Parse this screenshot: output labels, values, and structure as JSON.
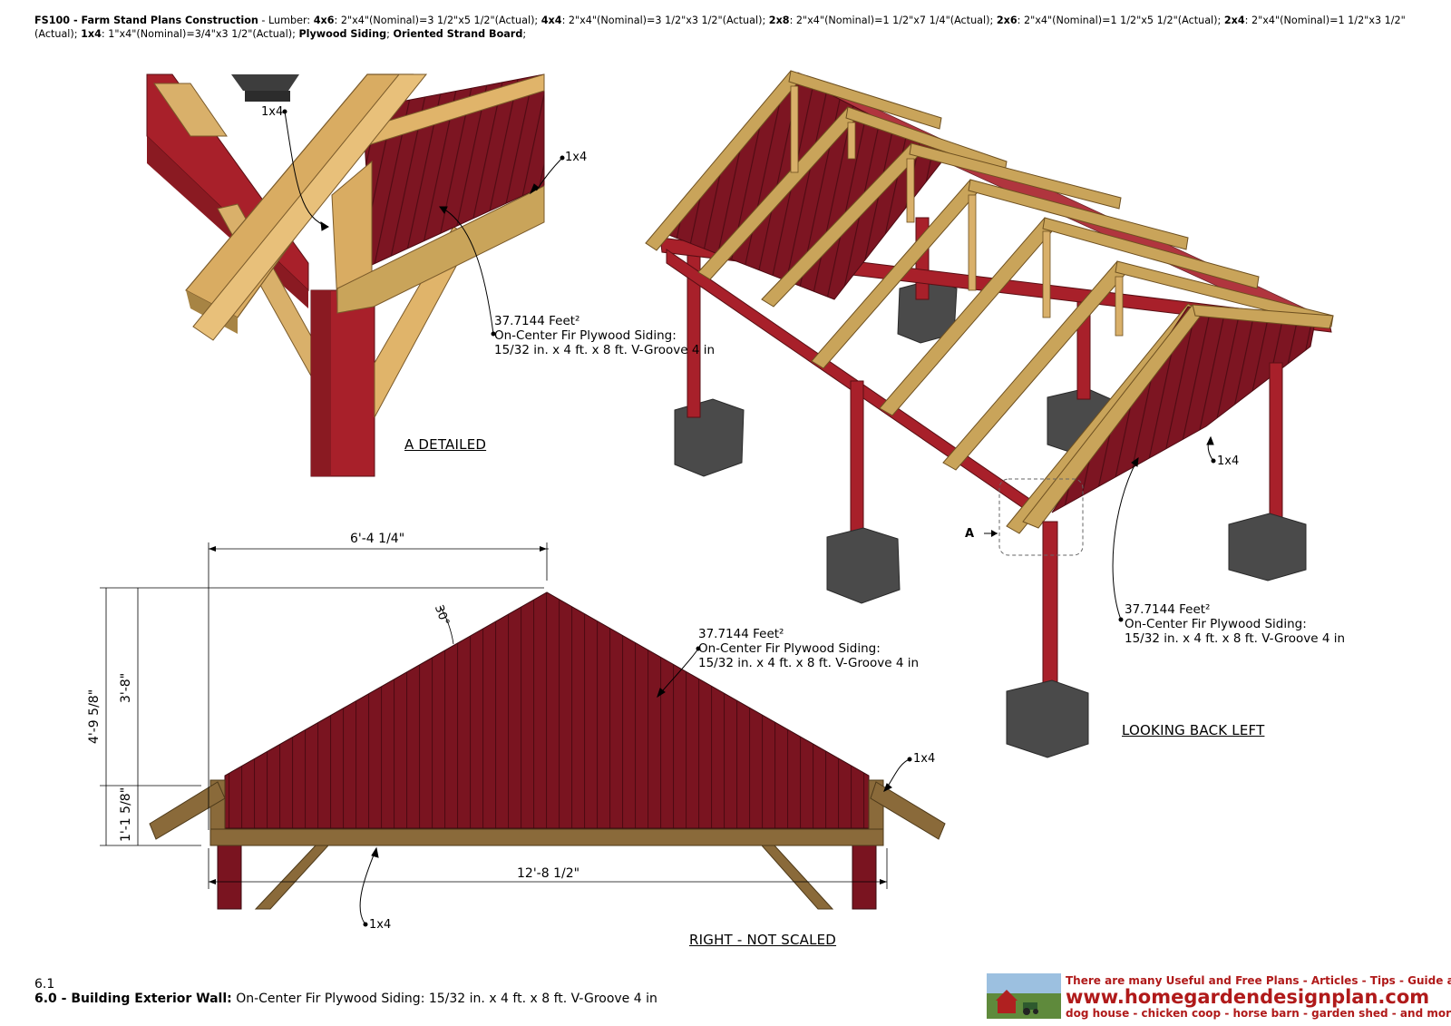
{
  "header": {
    "code": "FS100",
    "sep": " - ",
    "name": "Farm Stand Plans Construction",
    "lumber_intro": " - Lumber: ",
    "items": [
      {
        "k": "4x6",
        "v": ": 2\"x4\"(Nominal)=3 1/2\"x5 1/2\"(Actual); "
      },
      {
        "k": "4x4",
        "v": ": 2\"x4\"(Nominal)=3 1/2\"x3 1/2\"(Actual); "
      },
      {
        "k": "2x8",
        "v": ": 2\"x4\"(Nominal)=1 1/2\"x7 1/4\"(Actual); "
      },
      {
        "k": "2x6",
        "v": ": 2\"x4\"(Nominal)=1 1/2\"x5 1/2\"(Actual); "
      },
      {
        "k": "2x4",
        "v": ": 2\"x4\"(Nominal)=1 1/2\"x3 1/2\"(Actual); "
      },
      {
        "k": "1x4",
        "v": ": 1\"x4\"(Nominal)=3/4\"x3 1/2\"(Actual); "
      }
    ],
    "tail1": "Plywood Siding",
    "tail_sep": "; ",
    "tail2": "Oriented Strand Board",
    "tail_end": ";"
  },
  "detail_view": {
    "title": "A DETAILED",
    "label_1x4_a": "1x4",
    "label_1x4_b": "1x4",
    "siding_area": "37.7144 Feet²",
    "siding_l1": "On-Center Fir Plywood Siding:",
    "siding_l2": "15/32 in. x 4 ft. x 8 ft. V-Groove 4 in"
  },
  "iso_view": {
    "title": "LOOKING BACK LEFT",
    "label_1x4": "1x4",
    "callout_a": "A",
    "siding_area": "37.7144 Feet²",
    "siding_l1": "On-Center Fir Plywood Siding:",
    "siding_l2": "15/32 in. x 4 ft. x 8 ft. V-Groove 4 in"
  },
  "right_view": {
    "title": "RIGHT - NOT SCALED",
    "dim_top": "6'-4 1/4\"",
    "dim_angle": "30°",
    "dim_total_h": "4'-9 5/8\"",
    "dim_gable_h": "3'-8\"",
    "dim_low_h": "1'-1 5/8\"",
    "dim_width": "12'-8 1/2\"",
    "label_1x4_top": "1x4",
    "label_1x4_bottom": "1x4",
    "siding_area": "37.7144 Feet²",
    "siding_l1": "On-Center Fir Plywood Siding:",
    "siding_l2": "15/32 in. x 4 ft. x 8 ft. V-Groove 4 in"
  },
  "footer": {
    "page": "6.1",
    "section": "6.0 - Building Exterior Wall:",
    "desc": " On-Center Fir Plywood Siding: 15/32 in. x 4 ft. x 8 ft. V-Groove 4 in"
  },
  "ad": {
    "line1": "There are many Useful and Free Plans - Articles - Tips - Guide at:",
    "line2": "www.homegardendesignplan.com",
    "line3": "dog house - chicken coop - horse barn - garden shed - and more"
  },
  "colors": {
    "red_wood": "#a8202a",
    "siding": "#7a1420",
    "tan_wood": "#c9a45a",
    "brown_wood": "#8a6a3a",
    "concrete": "#4a4a4a"
  }
}
